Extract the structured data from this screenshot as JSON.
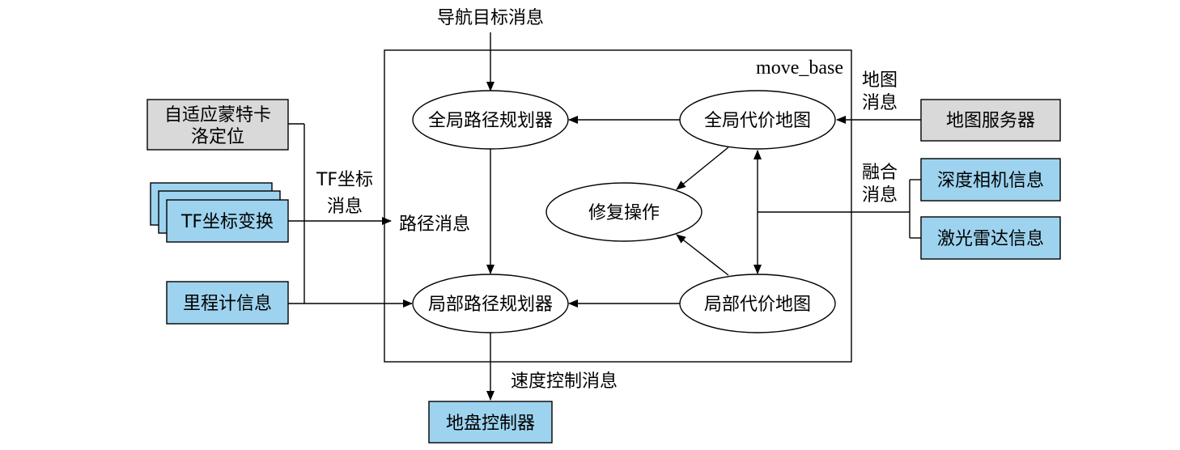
{
  "colors": {
    "gray_box": "#d9d9d9",
    "blue_box": "#9dd3ef",
    "line": "#000000"
  },
  "frame": {
    "title": "move_base"
  },
  "nodes": {
    "global_planner": "全局路径规划器",
    "local_planner": "局部路径规划器",
    "global_costmap": "全局代价地图",
    "local_costmap": "局部代价地图",
    "recovery": "修复操作",
    "amcl": [
      "自适应蒙特卡",
      "洛定位"
    ],
    "tf_transform": "TF坐标变换",
    "odometry": "里程计信息",
    "map_server": "地图服务器",
    "depth_camera": "深度相机信息",
    "lidar": "激光雷达信息",
    "base_controller": "地盘控制器"
  },
  "edges": {
    "nav_goal": "导航目标消息",
    "tf_msg": [
      "TF坐标",
      "消息"
    ],
    "path_msg": "路径消息",
    "map_msg": [
      "地图",
      "消息"
    ],
    "fusion_msg": [
      "融合",
      "消息"
    ],
    "velocity_msg": "速度控制消息"
  }
}
